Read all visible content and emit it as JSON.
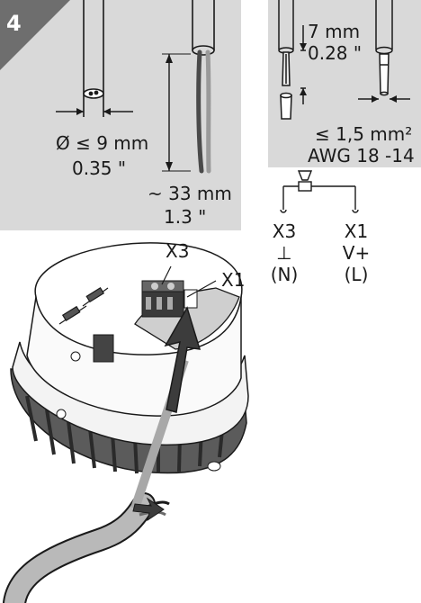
{
  "step": "4",
  "labels": {
    "diameter": "Ø ≤ 9 mm",
    "diameter_in": "0.35 \"",
    "strip_length": "~ 33 mm",
    "strip_length_in": "1.3 \"",
    "strip_end": "7 mm",
    "strip_end_in": "0.28 \"",
    "wire_size": "≤ 1,5 mm²",
    "wire_awg": "AWG 18 -14",
    "terminal_x3_top": "X3",
    "terminal_x1_top": "X1",
    "terminal_x3": "X3",
    "ground_symbol": "⊥",
    "neutral": "(N)",
    "terminal_x1": "X1",
    "vplus": "V+",
    "line": "(L)"
  },
  "colors": {
    "panel": "#d9d9d9",
    "badge": "#6e6e6e",
    "line": "#1a1a1a",
    "cable_grey": "#a8a8a8"
  }
}
